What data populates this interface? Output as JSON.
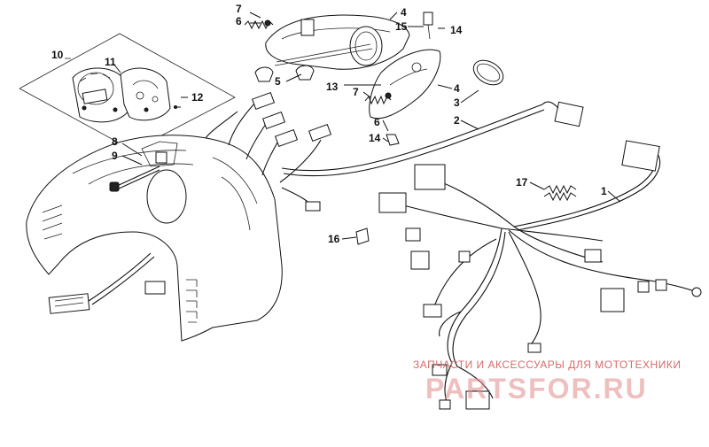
{
  "callouts": [
    {
      "id": "c7a",
      "label": "7"
    },
    {
      "id": "c6a",
      "label": "6"
    },
    {
      "id": "c4a",
      "label": "4"
    },
    {
      "id": "c15",
      "label": "15"
    },
    {
      "id": "c14a",
      "label": "14"
    },
    {
      "id": "c10",
      "label": "10"
    },
    {
      "id": "c11",
      "label": "11"
    },
    {
      "id": "c12",
      "label": "12"
    },
    {
      "id": "c5",
      "label": "5"
    },
    {
      "id": "c13",
      "label": "13"
    },
    {
      "id": "c7b",
      "label": "7"
    },
    {
      "id": "c4b",
      "label": "4"
    },
    {
      "id": "c3",
      "label": "3"
    },
    {
      "id": "c2",
      "label": "2"
    },
    {
      "id": "c6b",
      "label": "6"
    },
    {
      "id": "c14b",
      "label": "14"
    },
    {
      "id": "c8",
      "label": "8"
    },
    {
      "id": "c9",
      "label": "9"
    },
    {
      "id": "c17",
      "label": "17"
    },
    {
      "id": "c1",
      "label": "1"
    },
    {
      "id": "c16",
      "label": "16"
    }
  ],
  "watermark": {
    "tagline": "ЗАПЧАСТИ И АКСЕССУАРЫ ДЛЯ МОТОТЕХНИКИ",
    "logo": "PARTSFOR.RU",
    "color": "#d46c6c"
  }
}
